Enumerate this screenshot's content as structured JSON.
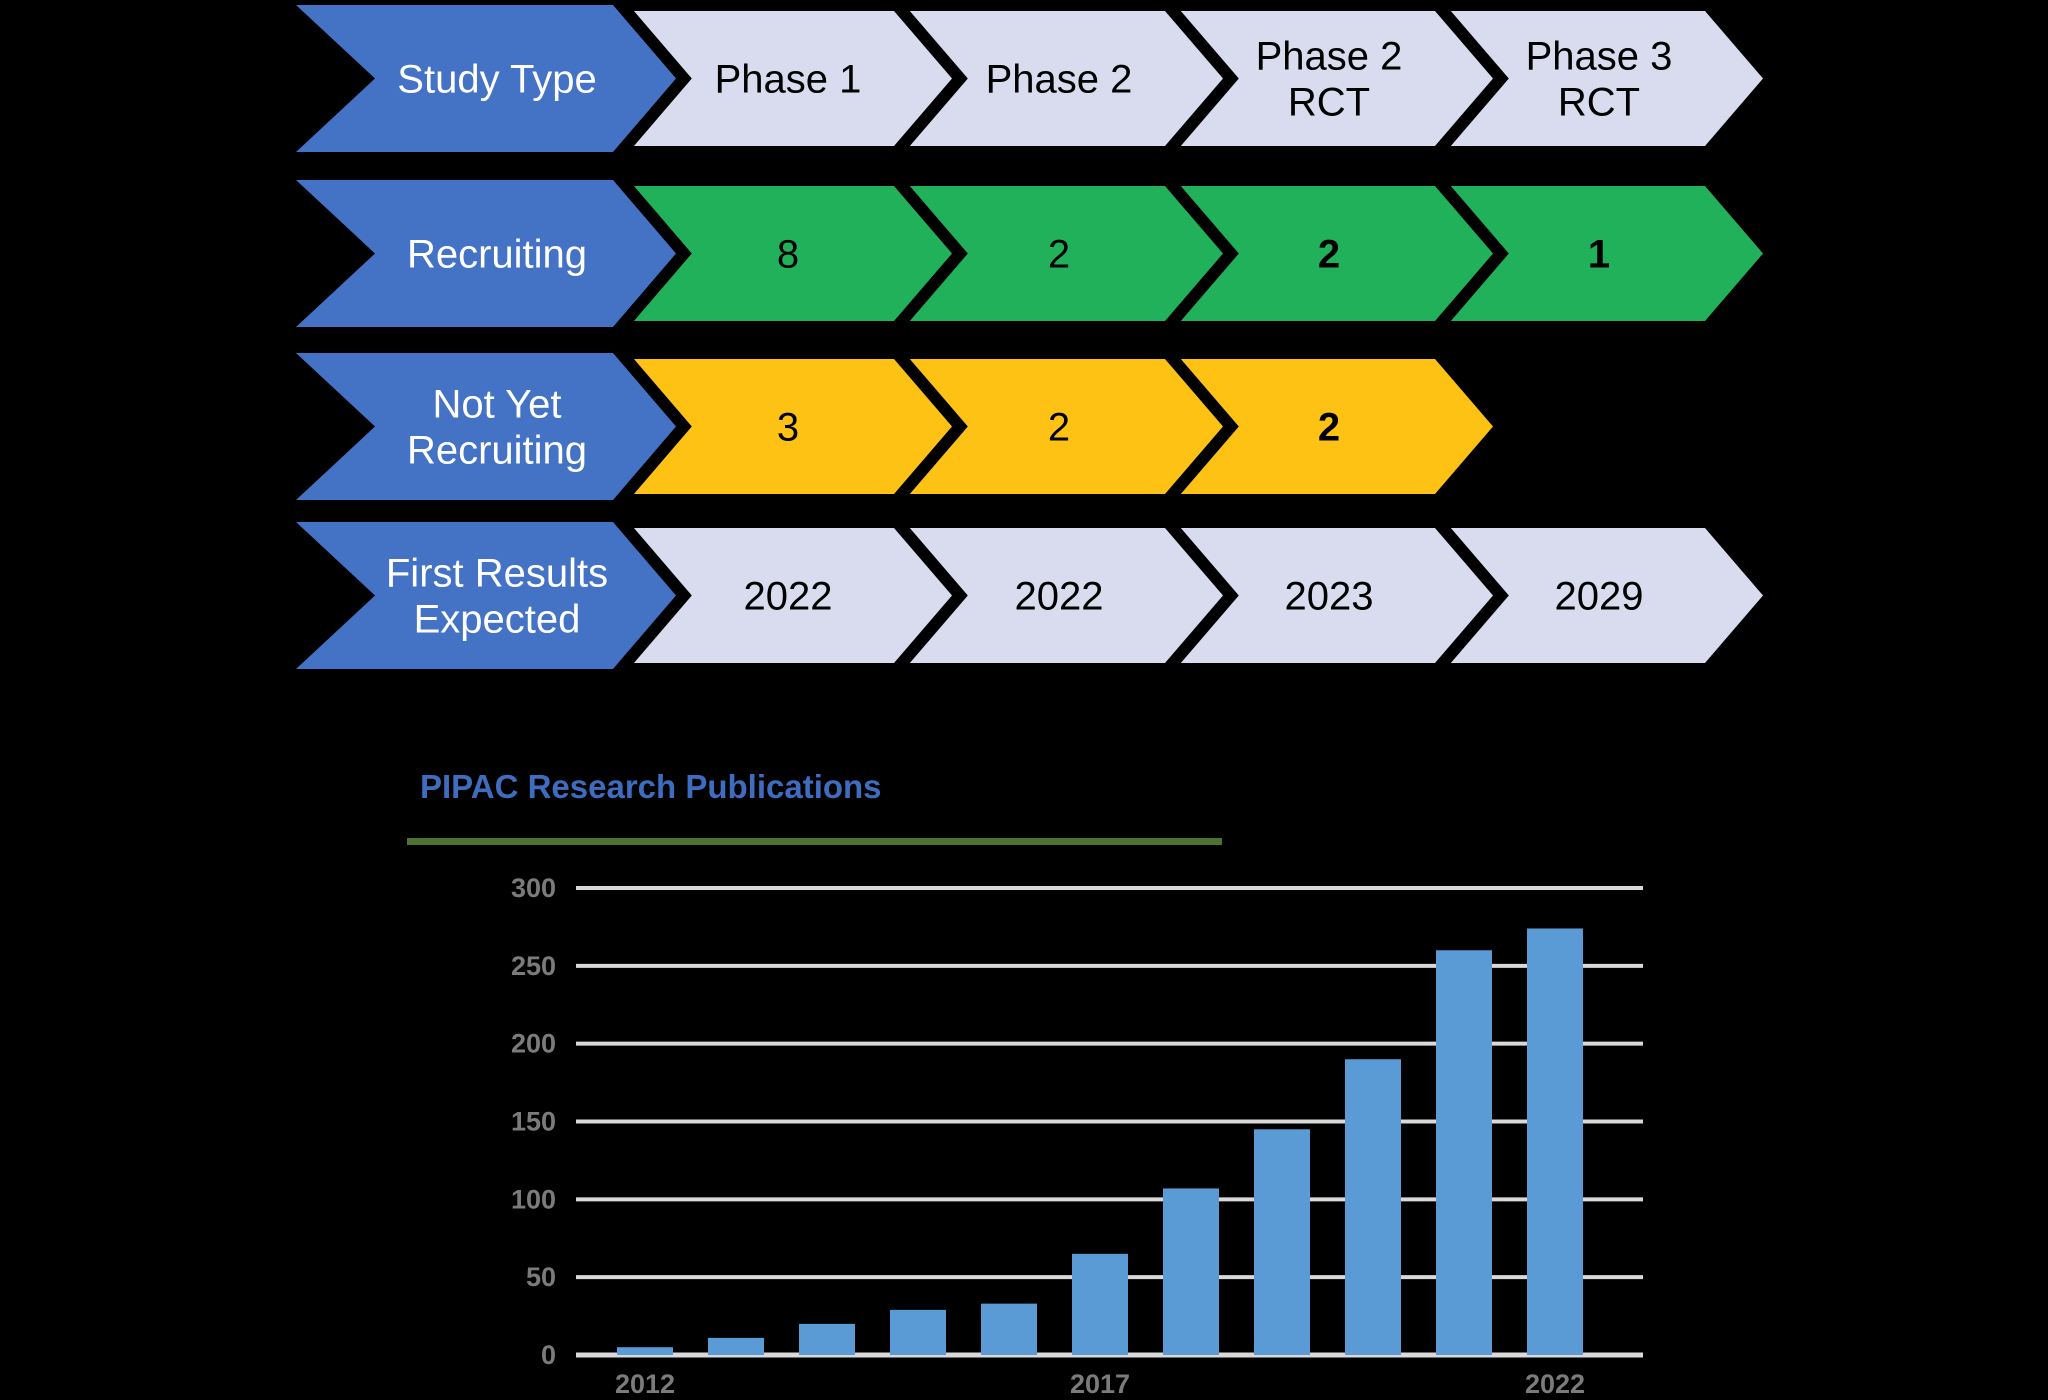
{
  "background_color": "#000000",
  "colors": {
    "label_arrow_bg": "#4472C4",
    "label_arrow_text": "#FFFFFF",
    "lavender_arrow_bg": "#D8DCEE",
    "green_arrow_bg": "#21B15A",
    "yellow_arrow_bg": "#FDC214",
    "value_arrow_text": "#000000",
    "arrow_gap": "#000000",
    "bar_fill": "#5B9BD5",
    "gridline": "#D9D9D9",
    "axis_label": "#7B7B7B",
    "title": "#3E6DBF",
    "underline": "#4B7133"
  },
  "flow": {
    "rows": [
      {
        "id": "study-type",
        "label_lines": [
          "Study Type"
        ],
        "segment_color_key": "lavender_arrow_bg",
        "segments": [
          {
            "lines": [
              "Phase 1"
            ],
            "bold": false
          },
          {
            "lines": [
              "Phase 2"
            ],
            "bold": false
          },
          {
            "lines": [
              "Phase 2",
              "RCT"
            ],
            "bold": false
          },
          {
            "lines": [
              "Phase 3",
              "RCT"
            ],
            "bold": false
          }
        ]
      },
      {
        "id": "recruiting",
        "label_lines": [
          "Recruiting"
        ],
        "segment_color_key": "green_arrow_bg",
        "segments": [
          {
            "lines": [
              "8"
            ],
            "bold": false
          },
          {
            "lines": [
              "2"
            ],
            "bold": false
          },
          {
            "lines": [
              "2"
            ],
            "bold": true
          },
          {
            "lines": [
              "1"
            ],
            "bold": true
          }
        ]
      },
      {
        "id": "not-yet-recruiting",
        "label_lines": [
          "Not Yet",
          "Recruiting"
        ],
        "segment_color_key": "yellow_arrow_bg",
        "segments": [
          {
            "lines": [
              "3"
            ],
            "bold": false
          },
          {
            "lines": [
              "2"
            ],
            "bold": false
          },
          {
            "lines": [
              "2"
            ],
            "bold": true
          }
        ]
      },
      {
        "id": "first-results-expected",
        "label_lines": [
          "First Results",
          "Expected"
        ],
        "segment_color_key": "lavender_arrow_bg",
        "segments": [
          {
            "lines": [
              "2022"
            ],
            "bold": false
          },
          {
            "lines": [
              "2022"
            ],
            "bold": false
          },
          {
            "lines": [
              "2023"
            ],
            "bold": false
          },
          {
            "lines": [
              "2029"
            ],
            "bold": false
          }
        ]
      }
    ]
  },
  "chart": {
    "title": "PIPAC Research Publications"
  },
  "chart_data": {
    "type": "bar",
    "title": "PIPAC Research Publications",
    "categories": [
      "2012",
      "2013",
      "2014",
      "2015",
      "2016",
      "2017",
      "2018",
      "2019",
      "2020",
      "2021",
      "2022"
    ],
    "values": [
      5,
      11,
      20,
      29,
      33,
      65,
      107,
      145,
      190,
      260,
      274
    ],
    "xlabel": "",
    "ylabel": "",
    "ylim": [
      0,
      300
    ],
    "yticks": [
      0,
      50,
      100,
      150,
      200,
      250,
      300
    ],
    "x_tick_labels_shown": [
      "2012",
      "2017",
      "2022"
    ],
    "grid": true,
    "legend": false,
    "bar_color": "#5B9BD5"
  }
}
